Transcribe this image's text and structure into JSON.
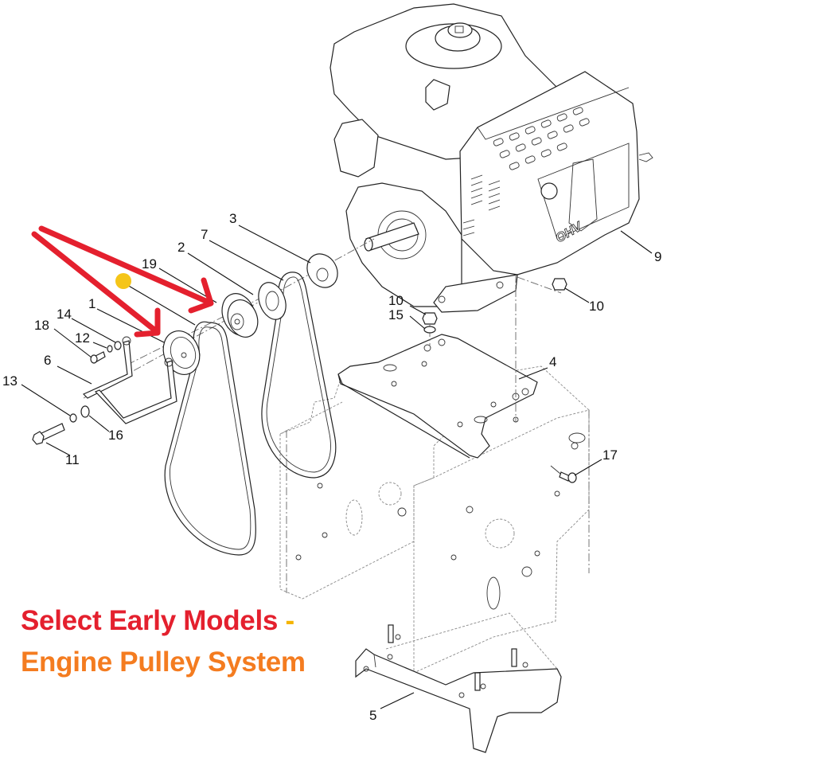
{
  "title": {
    "line1": "Select Early Models",
    "separator": "-",
    "line2": "Engine Pulley System"
  },
  "callouts": {
    "c1": "1",
    "c2": "2",
    "c3": "3",
    "c4": "4",
    "c5": "5",
    "c6": "6",
    "c7": "7",
    "c9": "9",
    "c10a": "10",
    "c10b": "10",
    "c11": "11",
    "c12": "12",
    "c13": "13",
    "c14": "14",
    "c15": "15",
    "c16": "16",
    "c17": "17",
    "c18": "18",
    "c19": "19"
  },
  "engine_badge": "OHV",
  "colors": {
    "arrow": "#e4202e",
    "title_red": "#e4202e",
    "title_orange": "#f47c20",
    "separator": "#f5b400",
    "marker": "#f5c518"
  }
}
